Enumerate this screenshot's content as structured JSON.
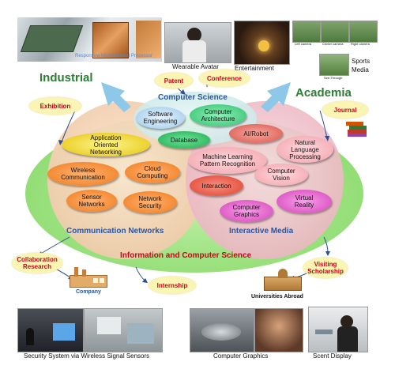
{
  "top_photos": {
    "processor_label": "Responsive Multithreaded Processor",
    "wearable_label": "Wearable Avatar",
    "entertainment_label": "Entertainment",
    "sports_label": "Sports Media",
    "sports_cams": [
      "Left camera",
      "Center camera",
      "Right camera",
      "See-Through"
    ]
  },
  "sides": {
    "industrial": "Industrial",
    "academia": "Academia"
  },
  "badges": {
    "patent": "Patent",
    "conference": "Conference",
    "exhibition": "Exhibition",
    "journal": "Journal",
    "collaboration": "Collaboration Research",
    "internship": "Internship",
    "visiting": "Visiting Scholarship"
  },
  "regions": {
    "cs": "Computer Science",
    "comm": "Communication Networks",
    "im": "Interactive Media",
    "ics": "Information and Computer Science"
  },
  "topics": {
    "software": "Software Engineering",
    "arch": "Computer Architecture",
    "database": "Database",
    "aoi": "Application Oriented Networking",
    "ai": "AI/Robot",
    "nlp": "Natural Language Processing",
    "ml": "Machine Learning Pattern Recognition",
    "wireless": "Wireless Communication",
    "cloud": "Cloud Computing",
    "interaction": "Interaction",
    "vision": "Computer Vision",
    "sensor": "Sensor Networks",
    "netsec": "Network Security",
    "vr": "Virtual Reality",
    "graphics": "Computer Graphics"
  },
  "places": {
    "company": "Company",
    "universities": "Universities Abroad"
  },
  "bottom_captions": {
    "security": "Security System via Wireless Signal Sensors",
    "graphics": "Computer Graphics",
    "scent": "Scent Display"
  }
}
